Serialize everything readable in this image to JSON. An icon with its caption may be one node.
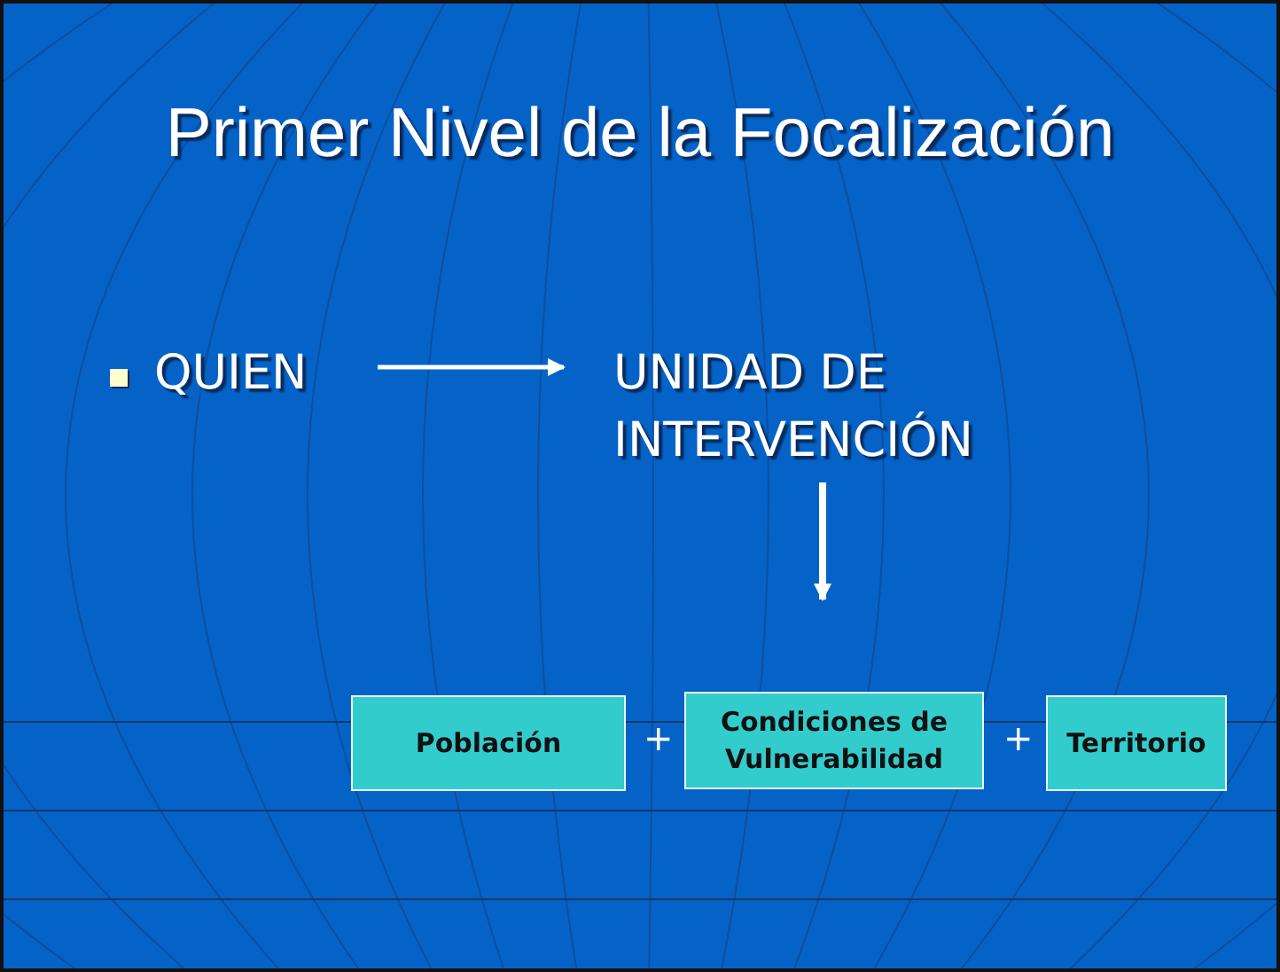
{
  "diagram": {
    "title": "Primer Nivel de la Focalización",
    "nodes": [
      {
        "text": [
          "QUIEN"
        ]
      },
      {
        "text": [
          "UNIDAD DE INTERVENCIÓN"
        ]
      },
      {
        "text": [
          "Población"
        ]
      },
      {
        "text": [
          "Condiciones de Vulnerabilidad"
        ]
      },
      {
        "text": [
          "Territorio"
        ]
      }
    ],
    "edges": [
      {
        "from": 0,
        "to": 1,
        "arrow": "to"
      },
      {
        "from": 1,
        "to": null,
        "arrow": "to"
      }
    ],
    "labels": [
      "+",
      "+"
    ]
  }
}
